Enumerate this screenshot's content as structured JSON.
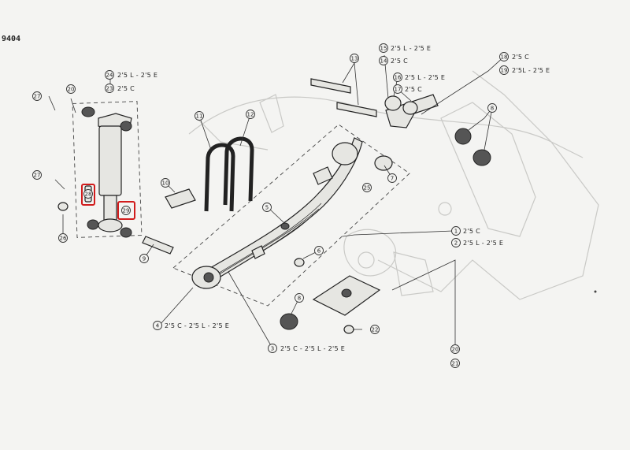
{
  "diagram": {
    "page_ref": "9404",
    "callouts": [
      {
        "id": "c1",
        "num": "1",
        "spec": "2'5 C"
      },
      {
        "id": "c2",
        "num": "2",
        "spec": "2'5 L - 2'5 E"
      },
      {
        "id": "c3",
        "num": "3",
        "spec": "2'5 C - 2'5 L - 2'5 E"
      },
      {
        "id": "c4",
        "num": "4",
        "spec": "2'5 C - 2'5 L - 2'5 E"
      },
      {
        "id": "c5",
        "num": "5",
        "spec": ""
      },
      {
        "id": "c6",
        "num": "6",
        "spec": ""
      },
      {
        "id": "c7",
        "num": "7",
        "spec": ""
      },
      {
        "id": "c8a",
        "num": "8",
        "spec": ""
      },
      {
        "id": "c8b",
        "num": "8",
        "spec": ""
      },
      {
        "id": "c9",
        "num": "9",
        "spec": ""
      },
      {
        "id": "c10",
        "num": "10",
        "spec": ""
      },
      {
        "id": "c11",
        "num": "11",
        "spec": ""
      },
      {
        "id": "c12",
        "num": "12",
        "spec": ""
      },
      {
        "id": "c13",
        "num": "13",
        "spec": ""
      },
      {
        "id": "c14",
        "num": "14",
        "spec": "2'5 C"
      },
      {
        "id": "c15",
        "num": "15",
        "spec": "2'5 L - 2'5 E"
      },
      {
        "id": "c16",
        "num": "16",
        "spec": "2'5 L - 2'5 E"
      },
      {
        "id": "c17",
        "num": "17",
        "spec": "2'5 C"
      },
      {
        "id": "c18",
        "num": "18",
        "spec": "2'5 C"
      },
      {
        "id": "c19",
        "num": "19",
        "spec": "2'5L - 2'5 E"
      },
      {
        "id": "c20a",
        "num": "20",
        "spec": ""
      },
      {
        "id": "c20b",
        "num": "20",
        "spec": ""
      },
      {
        "id": "c21",
        "num": "21",
        "spec": ""
      },
      {
        "id": "c22",
        "num": "22",
        "spec": ""
      },
      {
        "id": "c23",
        "num": "23",
        "spec": "2'5 C"
      },
      {
        "id": "c24",
        "num": "24",
        "spec": "2'5 L - 2'5 E"
      },
      {
        "id": "c25",
        "num": "25",
        "spec": ""
      },
      {
        "id": "c26",
        "num": "26",
        "spec": ""
      },
      {
        "id": "c27a",
        "num": "27",
        "spec": ""
      },
      {
        "id": "c27b",
        "num": "27",
        "spec": ""
      },
      {
        "id": "c28",
        "num": "28",
        "spec": ""
      },
      {
        "id": "c29",
        "num": "29",
        "spec": ""
      }
    ],
    "highlight_color": "#d11c1c",
    "highlighted": [
      "28",
      "29"
    ]
  }
}
